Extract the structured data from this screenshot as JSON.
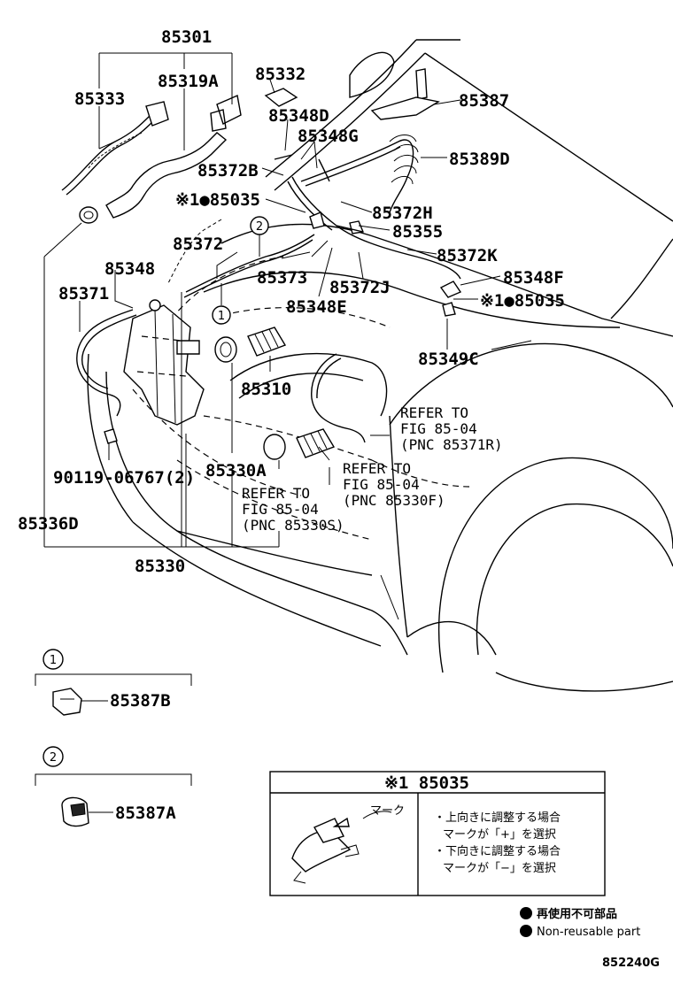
{
  "labels": {
    "p85301": "85301",
    "p85333": "85333",
    "p85319A": "85319A",
    "p85332": "85332",
    "p85387": "85387",
    "p85348D": "85348D",
    "p85348G": "85348G",
    "p85389D": "85389D",
    "p85372B": "85372B",
    "p85035a": "※1●85035",
    "p85372H": "85372H",
    "p85372": "85372",
    "p85355": "85355",
    "p85372K": "85372K",
    "p85348": "85348",
    "p85373": "85373",
    "p85348F": "85348F",
    "p85371": "85371",
    "p85372J": "85372J",
    "p85035b": "※1●85035",
    "p85348E": "85348E",
    "p85349C": "85349C",
    "p85310": "85310",
    "p90119": "90119-06767(2)",
    "p85330A": "85330A",
    "p85336D": "85336D",
    "p85330": "85330",
    "p85387B": "85387B",
    "p85387A": "85387A",
    "callout1": "1",
    "callout2": "2"
  },
  "refs": {
    "r1_l1": "REFER TO",
    "r1_l2": "FIG 85-04",
    "r1_l3": "(PNC 85371R)",
    "r2_l1": "REFER TO",
    "r2_l2": "FIG 85-04",
    "r2_l3": "(PNC 85330F)",
    "r3_l1": "REFER TO",
    "r3_l2": "FIG 85-04",
    "r3_l3": "(PNC 85330S)"
  },
  "inset": {
    "header": "※1 85035",
    "mark_label": "マーク",
    "note_1a": "・上向きに調整する場合",
    "note_1b": "マークが「+」を選択",
    "note_2a": "・下向きに調整する場合",
    "note_2b": "マークが「−」を選択"
  },
  "legend": {
    "jp": "再使用不可部品",
    "en": "Non-reusable part"
  },
  "figure_id": "852240G"
}
